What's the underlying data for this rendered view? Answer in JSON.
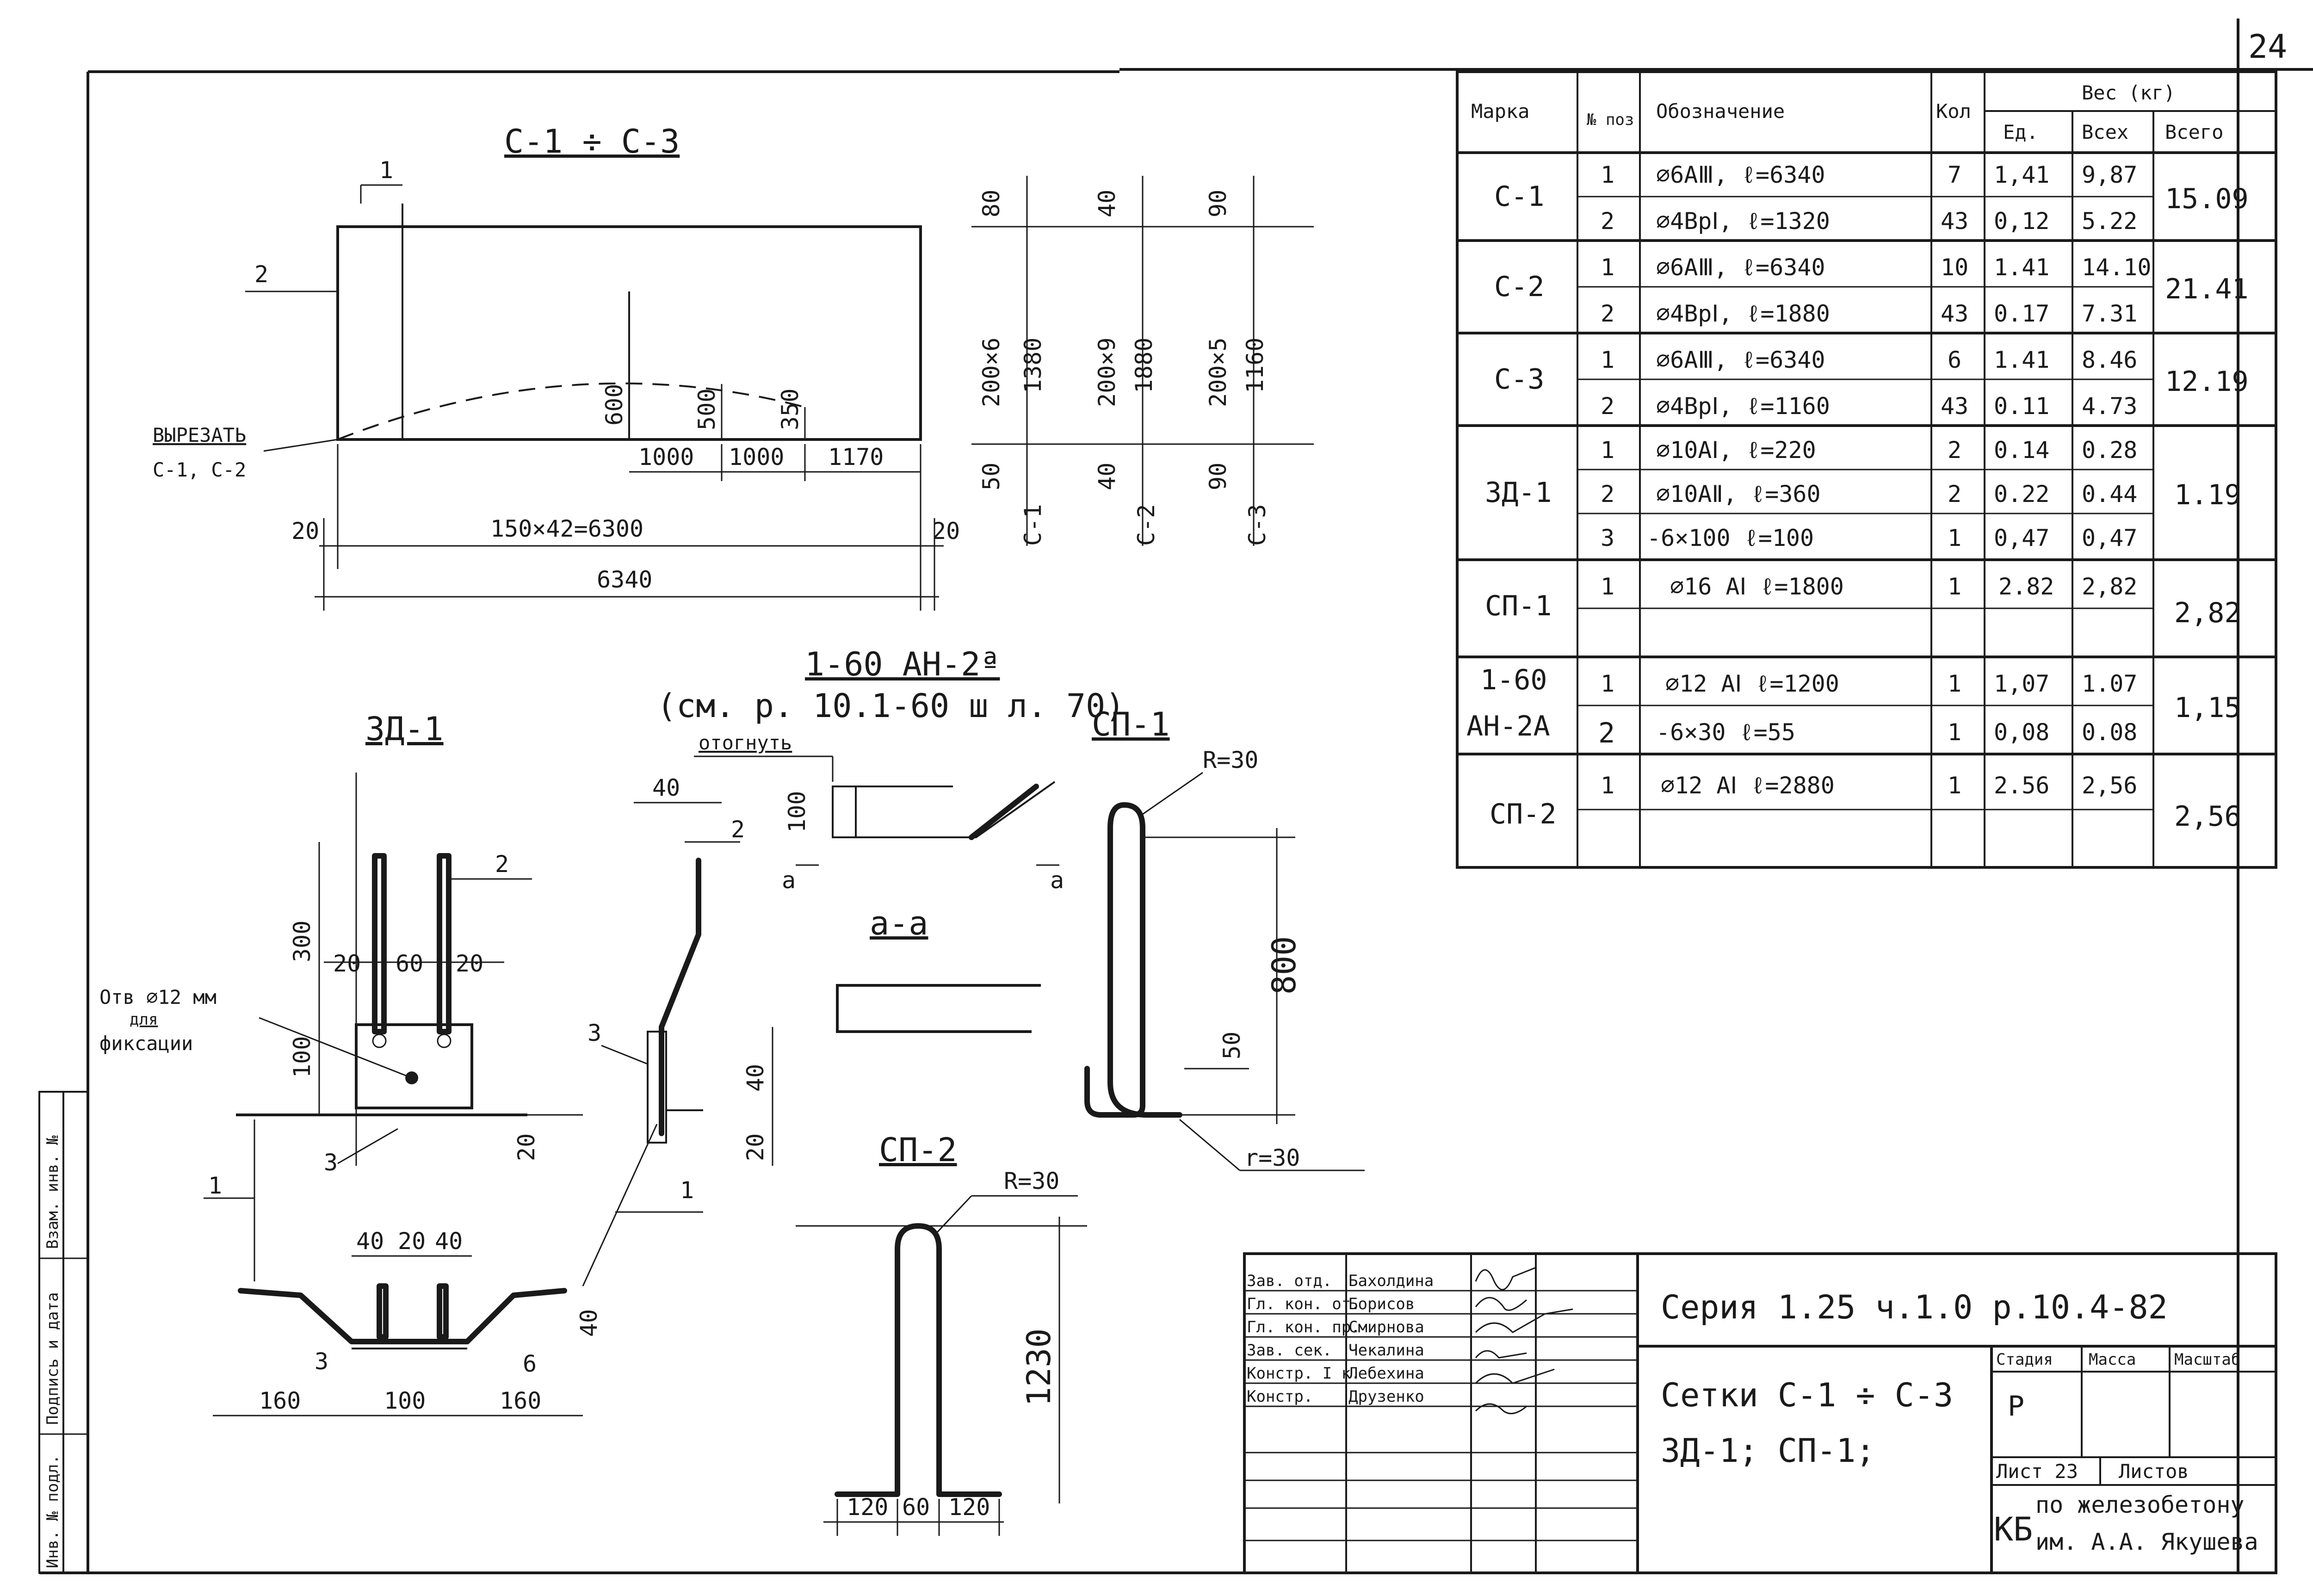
{
  "page_number": "24",
  "drawing": {
    "mesh_title": "С-1 ÷ С-3",
    "mesh_pos_1": "1",
    "mesh_pos_2": "2",
    "cut_note_1": "ВЫРЕЗАТЬ",
    "cut_note_2": "С-1, С-2",
    "dim_600": "600",
    "dim_500": "500",
    "dim_350": "350",
    "dim_1000_a": "1000",
    "dim_1000_b": "1000",
    "dim_1170": "1170",
    "dim_20_left": "20",
    "dim_20_right": "20",
    "dim_overall": "150×42=6300",
    "dim_total": "6340",
    "side_dims": {
      "c1_top": "80",
      "c1_main": "200×6",
      "c1_bot": "50",
      "c1_label": "С-1",
      "c1_total": "1380",
      "c2_top": "40",
      "c2_main": "200×9",
      "c2_bot": "40",
      "c2_label": "С-2",
      "c2_total": "1880",
      "c3_top": "90",
      "c3_main": "200×5",
      "c3_bot": "90",
      "c3_label": "С-3",
      "c3_total": "1160"
    },
    "zd_title": "ЗД-1",
    "zd_dims": {
      "d300": "300",
      "d100": "100",
      "d20a": "20",
      "d60": "60",
      "d20b": "20",
      "pos2": "2",
      "pos3": "3",
      "pos1": "1",
      "d20_right": "20",
      "hole_note_1": "Отв ⌀12 мм",
      "hole_note_2": "для",
      "hole_note_3": "фиксации",
      "d40a": "40",
      "d20c": "20",
      "d40b": "40",
      "d40_right": "40",
      "d6": "6",
      "pos3b": "3",
      "d160a": "160",
      "d100b": "100",
      "d160b": "160"
    },
    "an_title": "1-60 АН-2ª",
    "an_ref": "(см. р. 10.1-60 ш  л. 70)",
    "an_note": "отогнуть",
    "an_dims": {
      "d40": "40",
      "d100": "100",
      "pos2": "2",
      "a_left": "a",
      "a_right": "a",
      "pos3": "3",
      "d40b": "40",
      "d20": "20",
      "pos1": "1"
    },
    "section_title": "а-а",
    "sp1_title": "СП-1",
    "sp1_dims": {
      "r30": "R=30",
      "d800": "800",
      "d50": "50",
      "r30b": "r=30"
    },
    "sp2_title": "СП-2",
    "sp2_dims": {
      "r30": "R=30",
      "d1230": "1230",
      "d120a": "120",
      "d60": "60",
      "d120b": "120"
    }
  },
  "spec_table": {
    "headers": {
      "mark": "Марка",
      "pos": "№ поз",
      "designation": "Обозначение",
      "qty": "Кол",
      "weight": "Вес (кг)",
      "unit": "Ед.",
      "all": "Всех",
      "total": "Всего"
    },
    "groups": [
      {
        "mark": "С-1",
        "total": "15.09",
        "rows": [
          {
            "pos": "1",
            "designation": "⌀6АⅢ, ℓ=6340",
            "qty": "7",
            "unit": "1,41",
            "all": "9,87"
          },
          {
            "pos": "2",
            "designation": "⌀4ВрⅠ, ℓ=1320",
            "qty": "43",
            "unit": "0,12",
            "all": "5.22"
          }
        ]
      },
      {
        "mark": "С-2",
        "total": "21.41",
        "rows": [
          {
            "pos": "1",
            "designation": "⌀6АⅢ, ℓ=6340",
            "qty": "10",
            "unit": "1.41",
            "all": "14.10"
          },
          {
            "pos": "2",
            "designation": "⌀4ВрⅠ, ℓ=1880",
            "qty": "43",
            "unit": "0.17",
            "all": "7.31"
          }
        ]
      },
      {
        "mark": "С-3",
        "total": "12.19",
        "rows": [
          {
            "pos": "1",
            "designation": "⌀6АⅢ, ℓ=6340",
            "qty": "6",
            "unit": "1.41",
            "all": "8.46"
          },
          {
            "pos": "2",
            "designation": "⌀4ВрⅠ, ℓ=1160",
            "qty": "43",
            "unit": "0.11",
            "all": "4.73"
          }
        ]
      },
      {
        "mark": "ЗД-1",
        "total": "1.19",
        "rows": [
          {
            "pos": "1",
            "designation": "⌀10АⅠ, ℓ=220",
            "qty": "2",
            "unit": "0.14",
            "all": "0.28"
          },
          {
            "pos": "2",
            "designation": "⌀10АⅡ, ℓ=360",
            "qty": "2",
            "unit": "0.22",
            "all": "0.44"
          },
          {
            "pos": "3",
            "designation": "-6×100 ℓ=100",
            "qty": "1",
            "unit": "0,47",
            "all": "0,47"
          }
        ]
      },
      {
        "mark": "СП-1",
        "total": "2,82",
        "rows": [
          {
            "pos": "1",
            "designation": "⌀16 АⅠ ℓ=1800",
            "qty": "1",
            "unit": "2.82",
            "all": "2,82"
          },
          {
            "pos": "",
            "designation": "",
            "qty": "",
            "unit": "",
            "all": ""
          }
        ]
      },
      {
        "mark_line1": "1-60",
        "mark_line2": "АН-2А",
        "total": "1,15",
        "rows": [
          {
            "pos": "1",
            "designation": "⌀12 АⅠ  ℓ=1200",
            "qty": "1",
            "unit": "1,07",
            "all": "1.07"
          },
          {
            "pos": "2",
            "designation": "-6×30   ℓ=55",
            "qty": "1",
            "unit": "0,08",
            "all": "0.08"
          }
        ]
      },
      {
        "mark": "СП-2",
        "total": "2,56",
        "rows": [
          {
            "pos": "1",
            "designation": "⌀12 АⅠ ℓ=2880",
            "qty": "1",
            "unit": "2.56",
            "all": "2,56"
          },
          {
            "pos": "",
            "designation": "",
            "qty": "",
            "unit": "",
            "all": ""
          }
        ]
      }
    ]
  },
  "left_strip": {
    "inv": "Инв. № подл.",
    "sign": "Подпись и дата",
    "replace": "Взам. инв. №"
  },
  "title_block": {
    "signers": [
      {
        "role": "Зав. отд.",
        "name": "Бахолдина"
      },
      {
        "role": "Гл. кон. от.",
        "name": "Борисов"
      },
      {
        "role": "Гл. кон. пр.",
        "name": "Смирнова"
      },
      {
        "role": "Зав. сек.",
        "name": "Чекалина"
      },
      {
        "role": "Констр. I к.",
        "name": "Лебехина"
      },
      {
        "role": "Констр.",
        "name": "Друзенко"
      }
    ],
    "series": "Серия 1.25    ч.1.0  р.10.4-82",
    "sheet_title_1": "Сетки  С-1 ÷ С-3",
    "sheet_title_2": "ЗД-1;  СП-1;",
    "stage_label": "Стадия",
    "mass_label": "Масса",
    "scale_label": "Масштаб",
    "stage_value": "Р",
    "sheet_label": "Лист 23",
    "sheets_label": "Листов",
    "org_logo": "КБ",
    "org_line1": "по железобетону",
    "org_line2": "им. А.А. Якушева"
  }
}
